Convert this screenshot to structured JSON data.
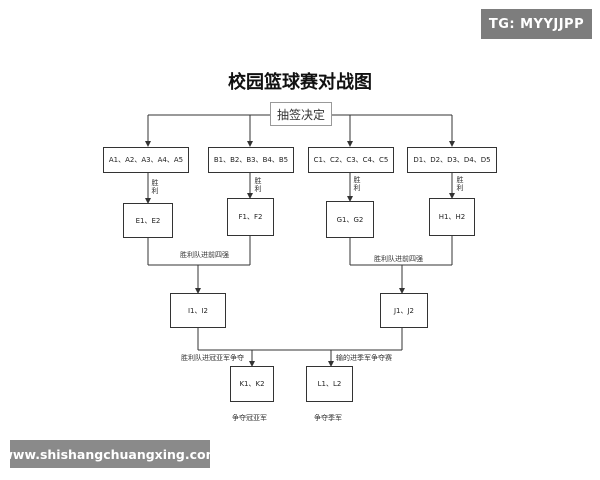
{
  "watermark_tg": "TG: MYYJJPP",
  "watermark_url": "www.shishangchuangxing.com",
  "diagram": {
    "title": "校园篮球赛对战图",
    "draw_box": "抽签决定",
    "groups": [
      "A1、A2、A3、A4、A5",
      "B1、B2、B3、B4、B5",
      "C1、C2、C3、C4、C5",
      "D1、D2、D3、D4、D5"
    ],
    "win_label": "胜利",
    "winners": [
      "E1、E2",
      "F1、F2",
      "G1、G2",
      "H1、H2"
    ],
    "advance_left": "胜利队进前四强",
    "advance_right": "胜利队进前四强",
    "semis": [
      "I1、I2",
      "J1、J2"
    ],
    "to_final_label": "胜利队进冠亚军争夺",
    "to_third_label": "输的进季军争夺赛",
    "finals": [
      "K1、K2",
      "L1、L2"
    ],
    "final_caption": "争夺冠亚军",
    "third_caption": "争夺季军"
  }
}
